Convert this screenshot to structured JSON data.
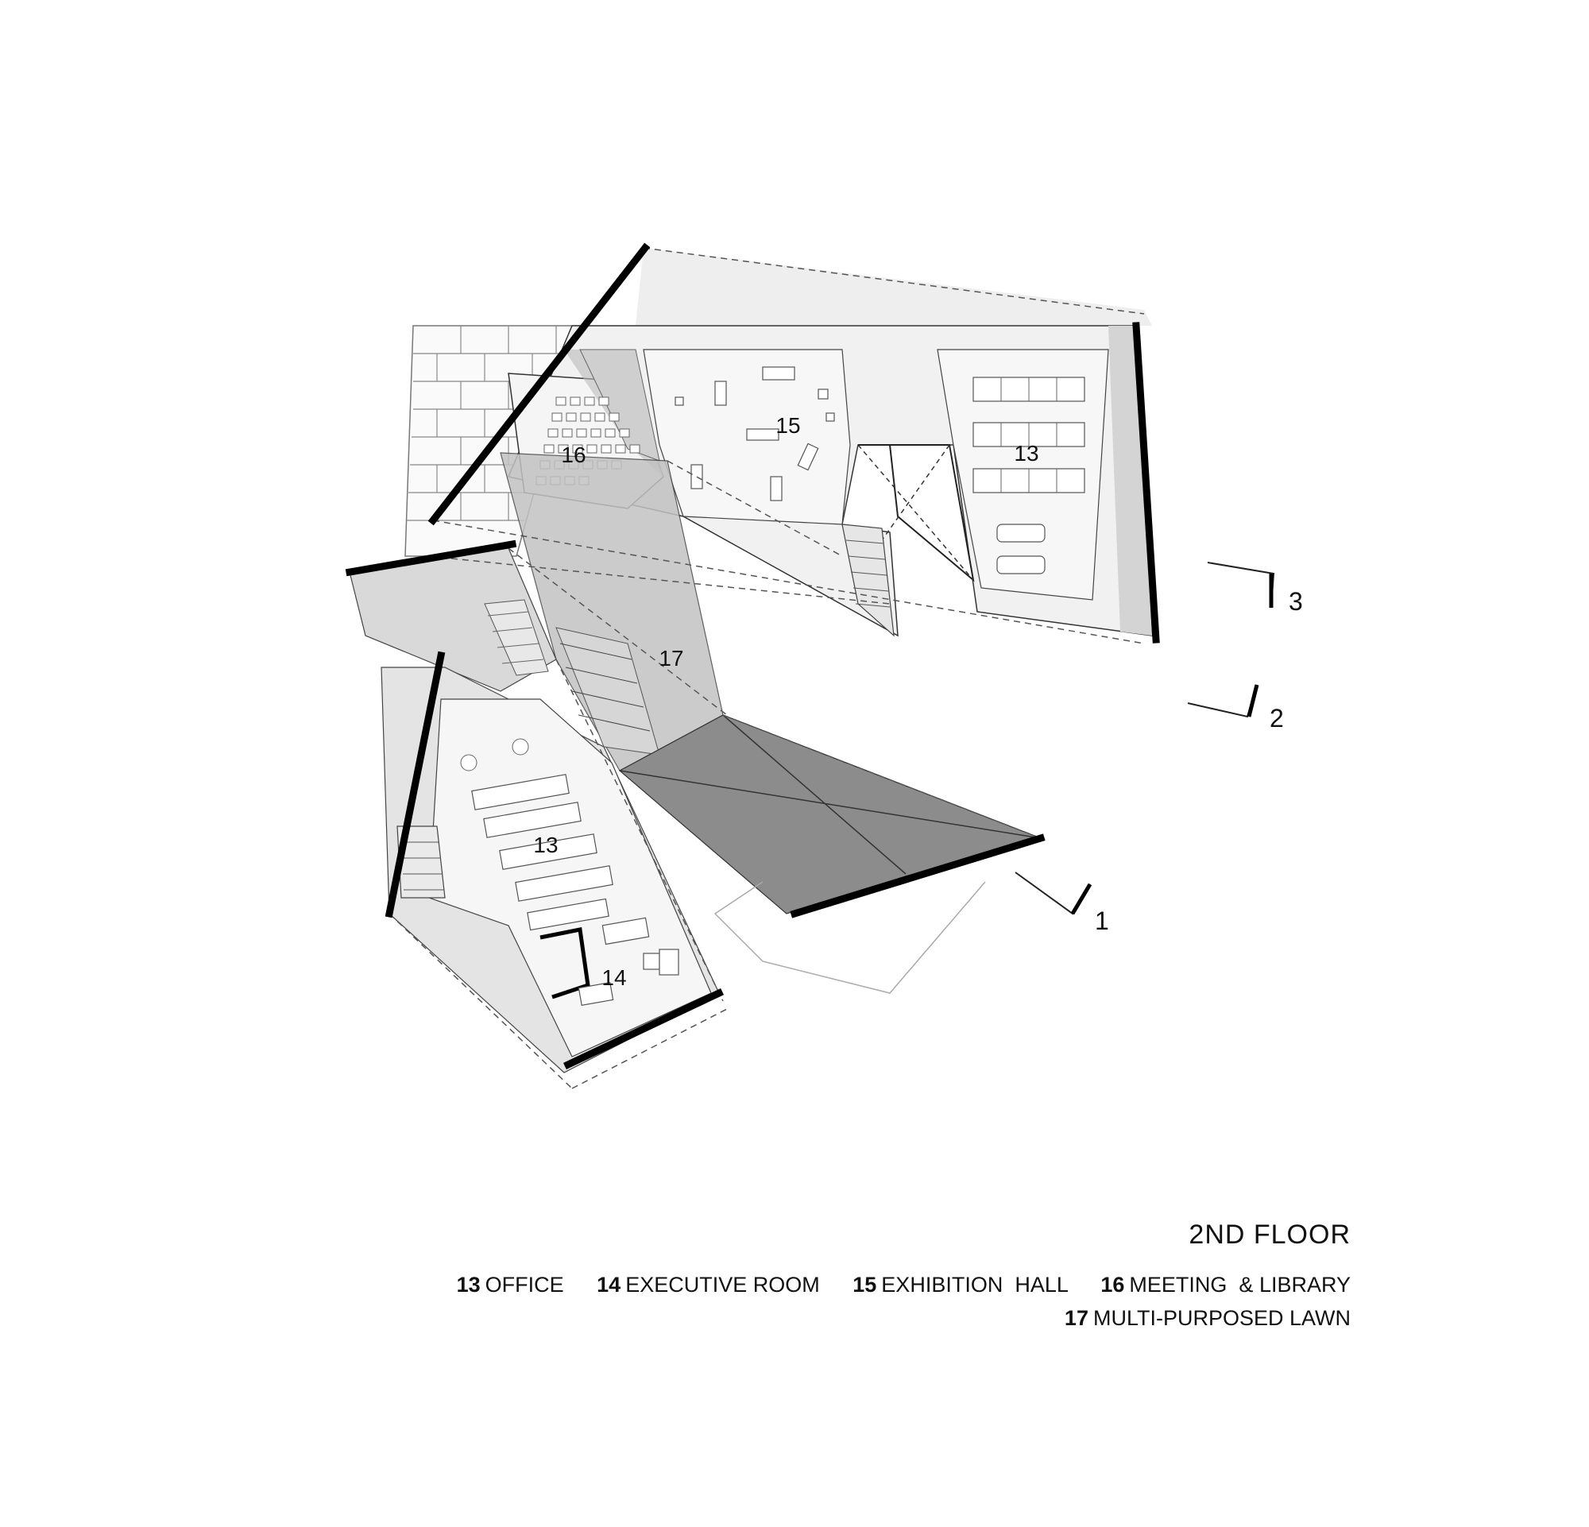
{
  "title": "2ND FLOOR",
  "rooms": [
    {
      "number": "13",
      "name": "OFFICE"
    },
    {
      "number": "14",
      "name": "EXECUTIVE ROOM"
    },
    {
      "number": "15",
      "name": "EXHIBITION  HALL"
    },
    {
      "number": "16",
      "name": "MEETING  & LIBRARY"
    },
    {
      "number": "17",
      "name": "MULTI-PURPOSED LAWN"
    }
  ],
  "plan_labels": {
    "office_north": "13",
    "office_south": "13",
    "executive": "14",
    "exhibition": "15",
    "meeting": "16",
    "lawn": "17"
  },
  "section_markers": [
    "1",
    "2",
    "3"
  ]
}
